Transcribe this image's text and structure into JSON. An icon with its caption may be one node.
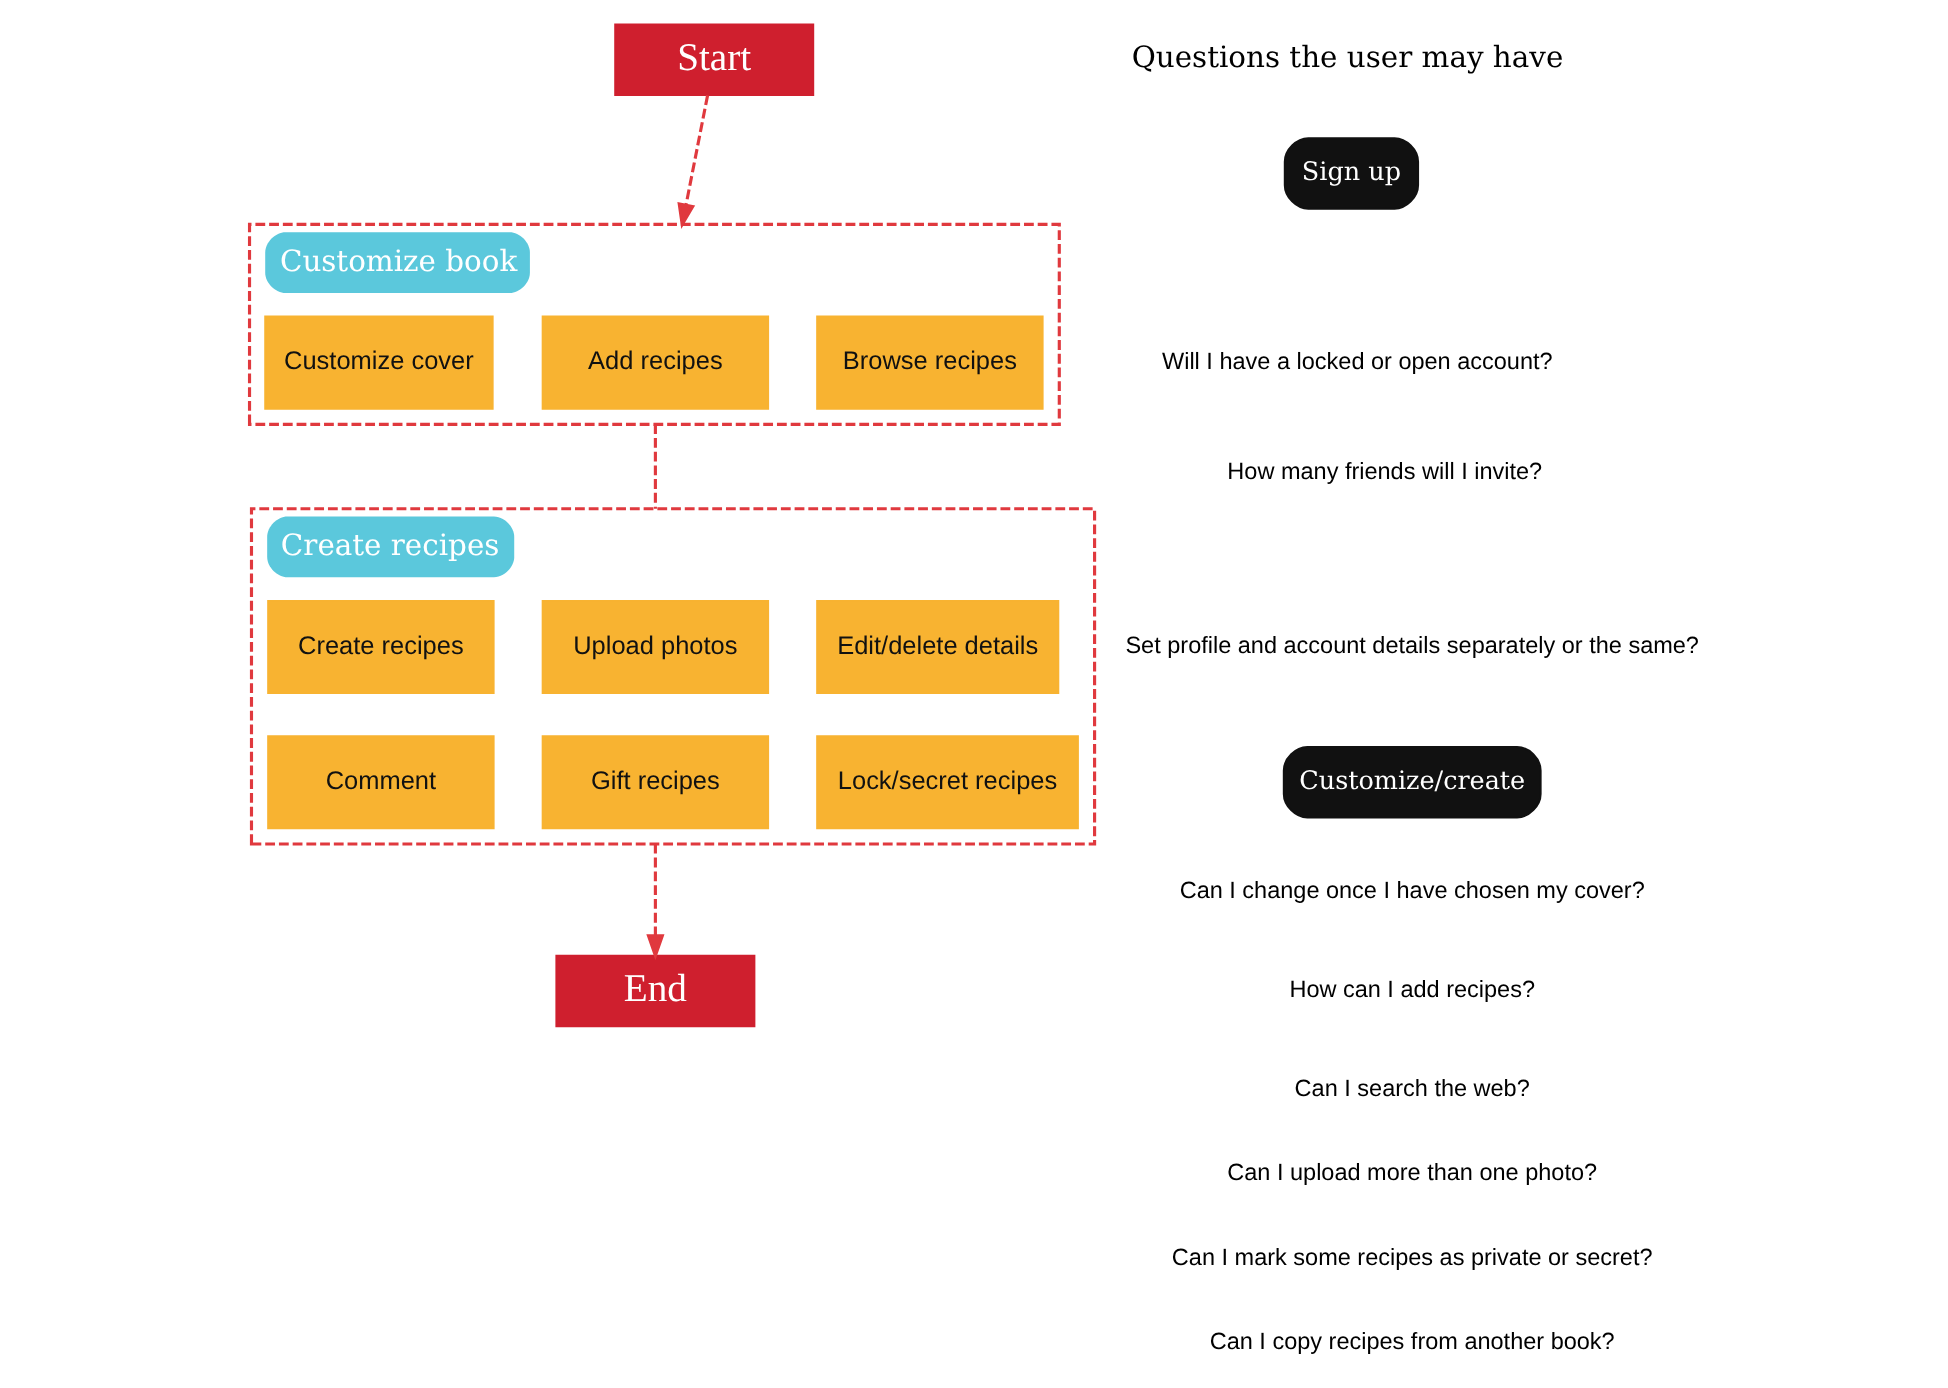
{
  "diagram": {
    "nodes": [
      {
        "text": [
          "Start"
        ]
      },
      {
        "text": [
          "Customize book"
        ]
      },
      {
        "text": [
          "Customize cover"
        ],
        "in": 1
      },
      {
        "text": [
          "Add recipes"
        ],
        "in": 1
      },
      {
        "text": [
          "Browse recipes"
        ],
        "in": 1
      },
      {
        "text": [
          "Create recipes"
        ]
      },
      {
        "text": [
          "Create recipes"
        ],
        "in": 5
      },
      {
        "text": [
          "Upload photos"
        ],
        "in": 5
      },
      {
        "text": [
          "Edit/delete details"
        ],
        "in": 5
      },
      {
        "text": [
          "Comment"
        ],
        "in": 5
      },
      {
        "text": [
          "Gift recipes"
        ],
        "in": 5
      },
      {
        "text": [
          "Lock/secret recipes"
        ],
        "in": 5
      },
      {
        "text": [
          "End"
        ]
      },
      {
        "text": [
          "Sign up"
        ]
      },
      {
        "text": [
          "Customize/create"
        ]
      }
    ],
    "edges": [
      {
        "from": 0,
        "to": 1,
        "arrow": "to",
        "style": "dashed"
      },
      {
        "from": 1,
        "to": 5,
        "arrow": "none",
        "style": "dashed"
      },
      {
        "from": 5,
        "to": 12,
        "arrow": "to",
        "style": "dashed"
      }
    ],
    "labels": [
      "Questions the user may have",
      "Will I have a locked or open account?",
      "How many friends will I invite?",
      "Set profile and account details separately or the same?",
      "Can I change once I have chosen my cover?",
      "How can I add recipes?",
      "Can I search the web?",
      "Can I upload more than one photo?",
      "Can I mark some recipes as private or secret?",
      "Can I copy recipes from another book?"
    ]
  }
}
